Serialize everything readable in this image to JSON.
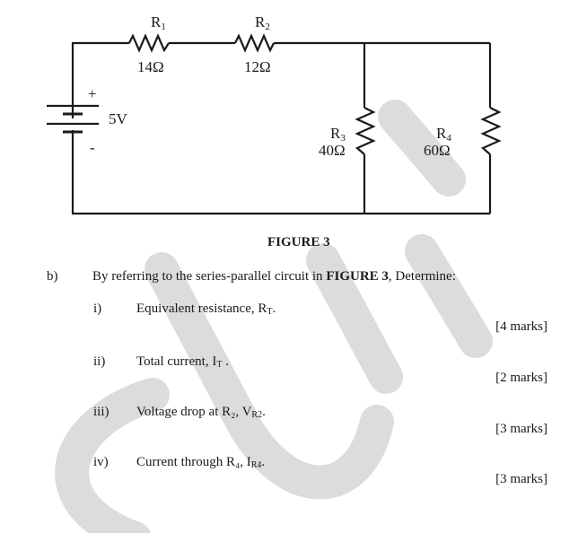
{
  "figure": {
    "caption": "FIGURE 3",
    "source": {
      "label": "5V",
      "plus": "+",
      "minus": "-"
    },
    "resistors": [
      {
        "name": "R",
        "sub": "1",
        "value": "14Ω"
      },
      {
        "name": "R",
        "sub": "2",
        "value": "12Ω"
      },
      {
        "name": "R",
        "sub": "3",
        "value": "40Ω"
      },
      {
        "name": "R",
        "sub": "4",
        "value": "60Ω"
      }
    ]
  },
  "question": {
    "label": "b)",
    "intro_before": "By referring to the series-parallel circuit in ",
    "intro_bold": "FIGURE 3",
    "intro_after": ", Determine:",
    "items": [
      {
        "num": "i)",
        "text": "Equivalent resistance, R",
        "sub": "T",
        "tail": ".",
        "marks": "[4 marks]"
      },
      {
        "num": "ii)",
        "text": "Total current, I",
        "sub": "T",
        "tail": " .",
        "marks": "[2 marks]"
      },
      {
        "num": "iii)",
        "text": "Voltage drop at R₂, V",
        "sub": "R2",
        "tail": ".",
        "marks": "[3 marks]"
      },
      {
        "num": "iv)",
        "text": "Current through R₄, I",
        "sub": "R4",
        "tail": ".",
        "marks": "[3 marks]"
      }
    ]
  },
  "watermark": {
    "color": "#d9d9d9"
  }
}
